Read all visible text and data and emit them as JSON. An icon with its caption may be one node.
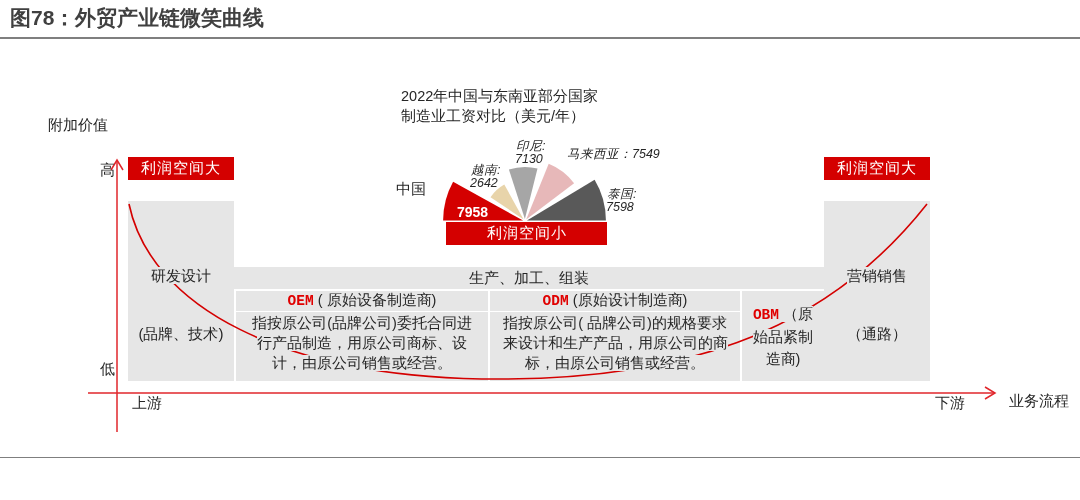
{
  "diagram": {
    "title": "图78：外贸产业链微笑曲线",
    "nodes": [
      {
        "text": [
          "利润空间大"
        ]
      },
      {
        "text": [
          "利润空间大"
        ]
      },
      {
        "text": [
          "利润空间小"
        ]
      },
      {
        "text": [
          "研发设计",
          "(品牌、技术)"
        ]
      },
      {
        "text": [
          "生产、加工、组装"
        ]
      },
      {
        "text": [
          "**OEM** ( 原始设备制造商)",
          "指按原公司(品牌公司)委托合同进行产品制造，用原公司商标、设计，由原公司销售或经营。"
        ],
        "in": 4
      },
      {
        "text": [
          "**ODM** (原始设计制造商)",
          "指按原公司( 品牌公司)的规格要求来设计和生产产品，用原公司的商标，由原公司销售或经营。"
        ],
        "in": 4
      },
      {
        "text": [
          "**OBM** （原始品紧制造商)"
        ],
        "in": 4
      },
      {
        "text": [
          "营销销售",
          "（通路）"
        ]
      }
    ],
    "labels": [
      "2022年中国与东南亚部分国家制造业工资对比（美元/年）",
      "附加价值",
      "印尼:",
      "7130",
      "马来西亚：7549",
      "越南:",
      "2642",
      "高",
      "中国",
      "泰国:",
      "7598",
      "7958",
      "低",
      "上游",
      "下游",
      "业务流程"
    ]
  }
}
